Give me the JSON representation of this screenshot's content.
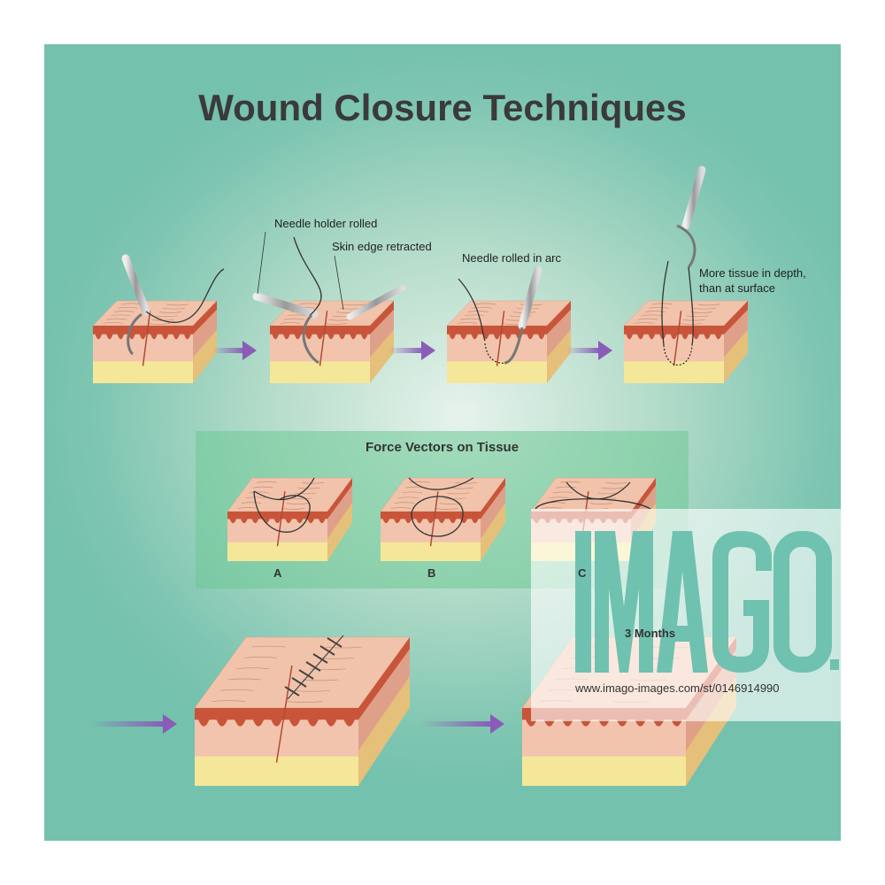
{
  "title": "Wound Closure Techniques",
  "labels": {
    "needle_holder_rolled": "Needle holder rolled",
    "skin_edge_retracted": "Skin edge retracted",
    "needle_rolled_in_arc": "Needle rolled in arc",
    "more_tissue_line1": "More tissue in depth,",
    "more_tissue_line2": "than at surface"
  },
  "force_panel": {
    "title": "Force Vectors on Tissue",
    "letters": [
      "A",
      "B",
      "C"
    ]
  },
  "healing_label": "3 Months",
  "watermark": {
    "logo": "IMAGO",
    "url": "www.imago-images.com/st/0146914990"
  },
  "colors": {
    "background": "#7fc6b2",
    "arrow": "#8a5cb8",
    "epidermis": "#c8553a",
    "dermis": "#f2c4ae",
    "fat": "#f5e79a"
  }
}
